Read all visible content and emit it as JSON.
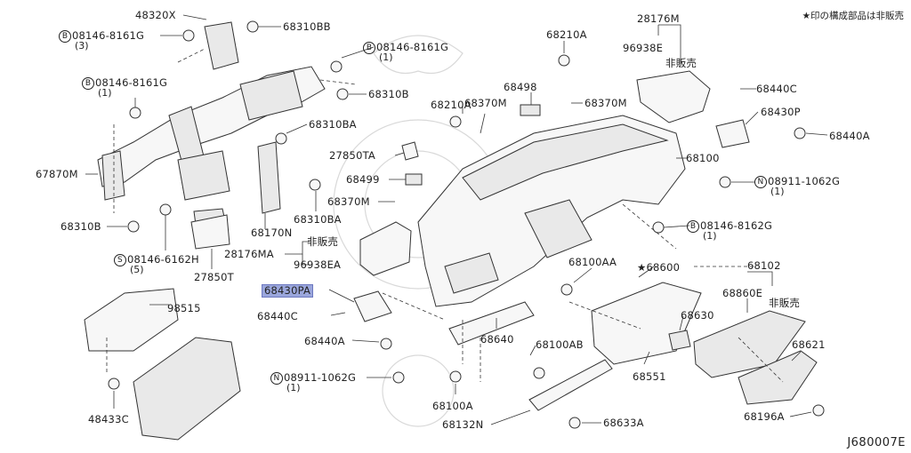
{
  "note": "★印の構成部品は非販売",
  "diagram_code": "J680007E",
  "parts": [
    {
      "id": "p48320x",
      "prefix": "",
      "text": "48320X",
      "qty": ""
    },
    {
      "id": "p68310bb",
      "prefix": "",
      "text": "68310BB",
      "qty": ""
    },
    {
      "id": "p08146a",
      "prefix": "B",
      "text": "08146-8161G",
      "qty": "(3)"
    },
    {
      "id": "p08146b",
      "prefix": "B",
      "text": "08146-8161G",
      "qty": "(1)"
    },
    {
      "id": "p08146c",
      "prefix": "B",
      "text": "08146-8161G",
      "qty": "(1)"
    },
    {
      "id": "p68310b1",
      "prefix": "",
      "text": "68310B",
      "qty": ""
    },
    {
      "id": "p68310ba1",
      "prefix": "",
      "text": "68310BA",
      "qty": ""
    },
    {
      "id": "p67870m",
      "prefix": "",
      "text": "67870M",
      "qty": ""
    },
    {
      "id": "p27850ta",
      "prefix": "",
      "text": "27850TA",
      "qty": ""
    },
    {
      "id": "p68499",
      "prefix": "",
      "text": "68499",
      "qty": ""
    },
    {
      "id": "p68370m1",
      "prefix": "",
      "text": "68370M",
      "qty": ""
    },
    {
      "id": "p68310ba2",
      "prefix": "",
      "text": "68310BA",
      "qty": ""
    },
    {
      "id": "p68310b2",
      "prefix": "",
      "text": "68310B",
      "qty": ""
    },
    {
      "id": "p08146d",
      "prefix": "S",
      "text": "08146-6162H",
      "qty": "(5)"
    },
    {
      "id": "p68170n",
      "prefix": "",
      "text": "68170N",
      "qty": ""
    },
    {
      "id": "p27850t",
      "prefix": "",
      "text": "27850T",
      "qty": ""
    },
    {
      "id": "p28176ma",
      "prefix": "",
      "text": "28176MA",
      "qty": ""
    },
    {
      "id": "p96938ea",
      "prefix": "",
      "text": "96938EA",
      "qty": ""
    },
    {
      "id": "p68430pa",
      "prefix": "",
      "text": "68430PA",
      "qty": ""
    },
    {
      "id": "p68440c1",
      "prefix": "",
      "text": "68440C",
      "qty": ""
    },
    {
      "id": "p68440a1",
      "prefix": "",
      "text": "68440A",
      "qty": ""
    },
    {
      "id": "p98515",
      "prefix": "",
      "text": "98515",
      "qty": ""
    },
    {
      "id": "p48433c",
      "prefix": "",
      "text": "48433C",
      "qty": ""
    },
    {
      "id": "p08911a",
      "prefix": "N",
      "text": "08911-1062G",
      "qty": "(1)"
    },
    {
      "id": "p68210a1",
      "prefix": "",
      "text": "68210A",
      "qty": ""
    },
    {
      "id": "p68370m2",
      "prefix": "",
      "text": "68370M",
      "qty": ""
    },
    {
      "id": "p68498",
      "prefix": "",
      "text": "68498",
      "qty": ""
    },
    {
      "id": "p68370m3",
      "prefix": "",
      "text": "68370M",
      "qty": ""
    },
    {
      "id": "p68210a2",
      "prefix": "",
      "text": "68210A",
      "qty": ""
    },
    {
      "id": "p28176m",
      "prefix": "",
      "text": "28176M",
      "qty": ""
    },
    {
      "id": "p96938e",
      "prefix": "",
      "text": "96938E",
      "qty": ""
    },
    {
      "id": "p68440c2",
      "prefix": "",
      "text": "68440C",
      "qty": ""
    },
    {
      "id": "p68430p",
      "prefix": "",
      "text": "68430P",
      "qty": ""
    },
    {
      "id": "p68440a2",
      "prefix": "",
      "text": "68440A",
      "qty": ""
    },
    {
      "id": "p68100",
      "prefix": "",
      "text": "68100",
      "qty": ""
    },
    {
      "id": "p08911b",
      "prefix": "N",
      "text": "08911-1062G",
      "qty": "(1)"
    },
    {
      "id": "p08146e",
      "prefix": "B",
      "text": "08146-8162G",
      "qty": "(1)"
    },
    {
      "id": "p68100aa",
      "prefix": "",
      "text": "68100AA",
      "qty": ""
    },
    {
      "id": "p68600",
      "prefix": "★",
      "text": "68600",
      "qty": ""
    },
    {
      "id": "p68102",
      "prefix": "",
      "text": "68102",
      "qty": ""
    },
    {
      "id": "p68860e",
      "prefix": "",
      "text": "68860E",
      "qty": ""
    },
    {
      "id": "p68630",
      "prefix": "",
      "text": "68630",
      "qty": ""
    },
    {
      "id": "p68621",
      "prefix": "",
      "text": "68621",
      "qty": ""
    },
    {
      "id": "p68640",
      "prefix": "",
      "text": "68640",
      "qty": ""
    },
    {
      "id": "p68100ab",
      "prefix": "",
      "text": "68100AB",
      "qty": ""
    },
    {
      "id": "p68551",
      "prefix": "",
      "text": "68551",
      "qty": ""
    },
    {
      "id": "p68100a",
      "prefix": "",
      "text": "68100A",
      "qty": ""
    },
    {
      "id": "p68132n",
      "prefix": "",
      "text": "68132N",
      "qty": ""
    },
    {
      "id": "p68633a",
      "prefix": "",
      "text": "68633A",
      "qty": ""
    },
    {
      "id": "p68196a",
      "prefix": "",
      "text": "68196A",
      "qty": ""
    }
  ],
  "not_for_sale": [
    {
      "id": "nfs1",
      "text": "非販売"
    },
    {
      "id": "nfs2",
      "text": "非販売"
    },
    {
      "id": "nfs3",
      "text": "非販売"
    }
  ]
}
